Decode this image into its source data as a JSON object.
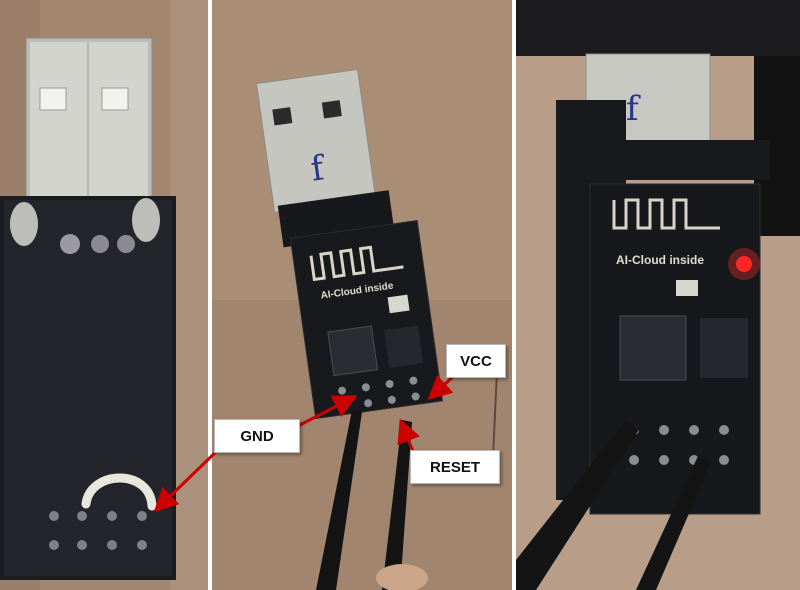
{
  "labels": {
    "gnd": "GND",
    "vcc": "VCC",
    "reset": "RESET"
  },
  "module_print": "AI-Cloud inside",
  "usb_handwritten_letter": "f",
  "colors": {
    "callout_arrow": "#cc0000",
    "wood": "#a88c72",
    "pcb": "#16181b",
    "metal": "#c8c8c4",
    "status_led": "#ff2020"
  },
  "photos": [
    "photo-adapter-back",
    "photo-module-front",
    "photo-module-plugged"
  ]
}
